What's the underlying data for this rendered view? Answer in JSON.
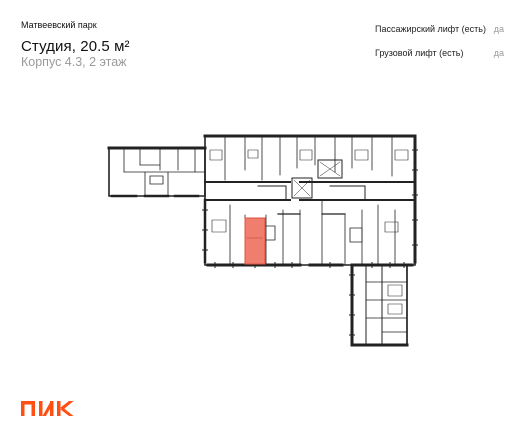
{
  "header": {
    "project": "Матвеевский парк",
    "title": "Студия, 20.5 м²",
    "subtitle": "Корпус 4.3, 2 этаж"
  },
  "features": [
    {
      "label": "Пассажирский лифт (есть)",
      "value": "да"
    },
    {
      "label": "Грузовой лифт (есть)",
      "value": "да"
    }
  ],
  "floorplan": {
    "highlight_color": "#f07e6e",
    "highlight_stroke": "#e0533d"
  },
  "logo": {
    "text": "ПИК",
    "color": "#ff4f12",
    "icon": "pik-logo"
  }
}
